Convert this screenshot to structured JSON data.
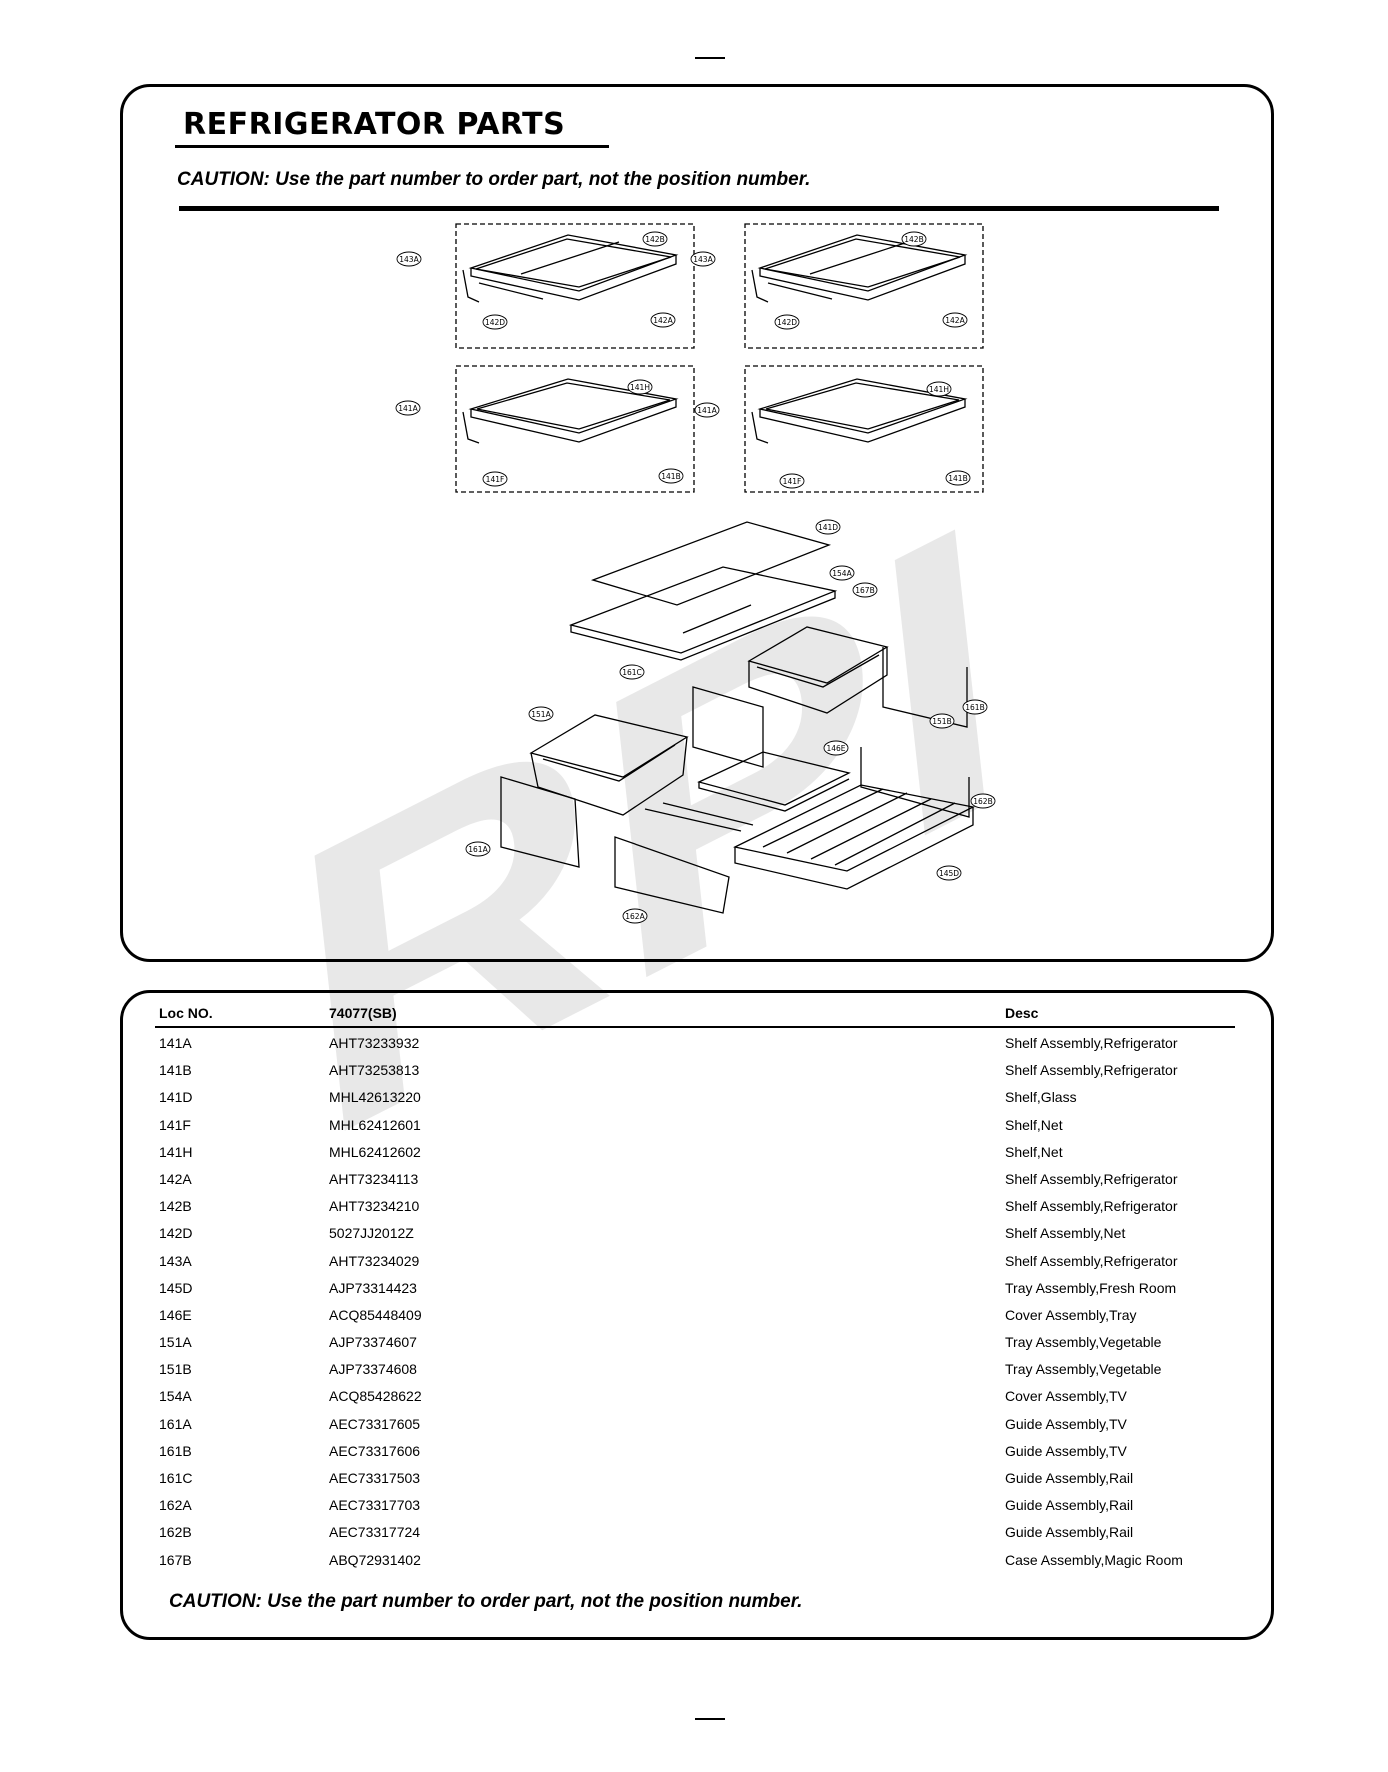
{
  "header": {
    "title": "REFRIGERATOR PARTS",
    "caution": "CAUTION: Use the part number to order part, not the position number."
  },
  "watermark": "RPI",
  "diagram": {
    "callouts": [
      "142B",
      "143A",
      "142D",
      "142A",
      "142B",
      "143A",
      "142D",
      "142A",
      "141H",
      "141A",
      "141F",
      "141B",
      "141H",
      "141A",
      "141F",
      "141B",
      "141D",
      "154A",
      "167B",
      "161C",
      "161B",
      "151A",
      "151B",
      "146E",
      "162B",
      "161A",
      "145D",
      "162A"
    ]
  },
  "table": {
    "columns": [
      "Loc NO.",
      "74077(SB)",
      "Desc"
    ],
    "rows": [
      {
        "loc": "141A",
        "part": "AHT73233932",
        "desc": "Shelf Assembly,Refrigerator"
      },
      {
        "loc": "141B",
        "part": "AHT73253813",
        "desc": "Shelf Assembly,Refrigerator"
      },
      {
        "loc": "141D",
        "part": "MHL42613220",
        "desc": "Shelf,Glass"
      },
      {
        "loc": "141F",
        "part": "MHL62412601",
        "desc": "Shelf,Net"
      },
      {
        "loc": "141H",
        "part": "MHL62412602",
        "desc": "Shelf,Net"
      },
      {
        "loc": "142A",
        "part": "AHT73234113",
        "desc": "Shelf Assembly,Refrigerator"
      },
      {
        "loc": "142B",
        "part": "AHT73234210",
        "desc": "Shelf Assembly,Refrigerator"
      },
      {
        "loc": "142D",
        "part": "5027JJ2012Z",
        "desc": "Shelf Assembly,Net"
      },
      {
        "loc": "143A",
        "part": "AHT73234029",
        "desc": "Shelf Assembly,Refrigerator"
      },
      {
        "loc": "145D",
        "part": "AJP73314423",
        "desc": "Tray Assembly,Fresh Room"
      },
      {
        "loc": "146E",
        "part": "ACQ85448409",
        "desc": "Cover Assembly,Tray"
      },
      {
        "loc": "151A",
        "part": "AJP73374607",
        "desc": "Tray Assembly,Vegetable"
      },
      {
        "loc": "151B",
        "part": "AJP73374608",
        "desc": "Tray Assembly,Vegetable"
      },
      {
        "loc": "154A",
        "part": "ACQ85428622",
        "desc": "Cover Assembly,TV"
      },
      {
        "loc": "161A",
        "part": "AEC73317605",
        "desc": "Guide Assembly,TV"
      },
      {
        "loc": "161B",
        "part": "AEC73317606",
        "desc": "Guide Assembly,TV"
      },
      {
        "loc": "161C",
        "part": "AEC73317503",
        "desc": "Guide Assembly,Rail"
      },
      {
        "loc": "162A",
        "part": "AEC73317703",
        "desc": "Guide Assembly,Rail"
      },
      {
        "loc": "162B",
        "part": "AEC73317724",
        "desc": "Guide Assembly,Rail"
      },
      {
        "loc": "167B",
        "part": "ABQ72931402",
        "desc": "Case Assembly,Magic Room"
      }
    ]
  }
}
